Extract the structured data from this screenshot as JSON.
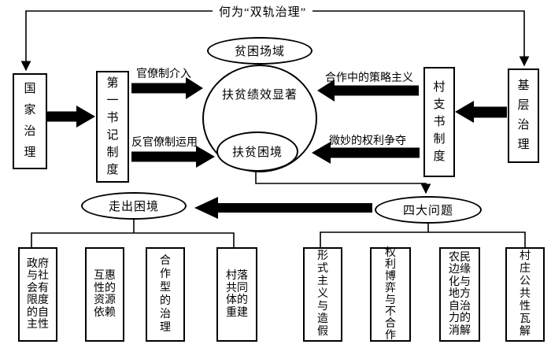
{
  "title": "何为“双轨治理”",
  "left_flow": {
    "state_box": "国家治理",
    "first_secretary_box": "第一书记制度",
    "arrow_top_label": "官僚制介入",
    "arrow_bottom_label": "反官僚制运用"
  },
  "right_flow": {
    "grassroots_box": "基层治理",
    "village_secretary_box": "村支书制度",
    "arrow_top_label": "合作中的策略主义",
    "arrow_bottom_label": "微妙的权利争夺"
  },
  "center": {
    "field_ellipse": "贫困场域",
    "performance_circle": "扶贫绩效显著",
    "dilemma_ellipse": "扶贫困境"
  },
  "bottom": {
    "solution_ellipse": "走出困境",
    "problems_ellipse": "四大问题",
    "solutions": [
      "政府与社会有限度的自主性",
      "互惠性的资源依赖",
      "合作型的治理",
      "村落共同体的重建"
    ],
    "problems": [
      "形式主义与造假",
      "权利博弈与不合作",
      "农民边缘化与地方自治力的消解",
      "村庄公共性瓦解"
    ]
  },
  "colors": {
    "line": "#000000",
    "background": "#ffffff"
  }
}
